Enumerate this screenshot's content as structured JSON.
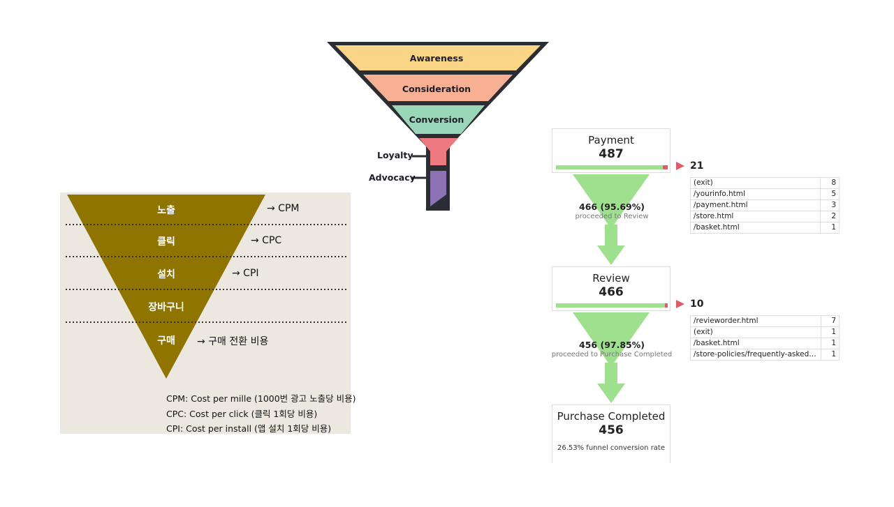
{
  "left_funnel": {
    "stages": [
      {
        "label": "노출",
        "metric": "→ CPM"
      },
      {
        "label": "클릭",
        "metric": "→ CPC"
      },
      {
        "label": "설치",
        "metric": "→ CPI"
      },
      {
        "label": "장바구니",
        "metric": ""
      },
      {
        "label": "구매",
        "metric": "→ 구매 전환 비용"
      }
    ],
    "legend": [
      "CPM: Cost per mille (1000번 광고 노출당 비용)",
      "CPC: Cost per click (클릭 1회당 비용)",
      "CPI: Cost per install (앱 설치 1회당 비용)"
    ],
    "colors": {
      "triangle": "#8f7400",
      "panel": "#ece8df"
    }
  },
  "top_funnel": {
    "stages": [
      "Awareness",
      "Consideration",
      "Conversion"
    ],
    "side_labels": [
      "Loyalty",
      "Advocacy"
    ],
    "colors": {
      "awareness": "#f9d585",
      "consideration": "#f7b093",
      "conversion": "#9ad6b8",
      "loyalty": "#ec7a80",
      "advocacy": "#8c71b4",
      "outline": "#2b2d35"
    }
  },
  "ga_funnel": {
    "steps": [
      {
        "name": "Payment",
        "count": "487",
        "exit_count": "21",
        "exits": [
          {
            "page": "(exit)",
            "value": "8"
          },
          {
            "page": "/yourinfo.html",
            "value": "5"
          },
          {
            "page": "/payment.html",
            "value": "3"
          },
          {
            "page": "/store.html",
            "value": "2"
          },
          {
            "page": "/basket.html",
            "value": "1"
          }
        ],
        "proceeded": "466 (95.69%)",
        "proceeded_label": "proceeded to Review"
      },
      {
        "name": "Review",
        "count": "466",
        "exit_count": "10",
        "exits": [
          {
            "page": "/revieworder.html",
            "value": "7"
          },
          {
            "page": "(exit)",
            "value": "1"
          },
          {
            "page": "/basket.html",
            "value": "1"
          },
          {
            "page": "/store-policies/frequently-asked-que...",
            "value": "1"
          }
        ],
        "proceeded": "456 (97.85%)",
        "proceeded_label": "proceeded to Purchase Completed"
      },
      {
        "name": "Purchase Completed",
        "count": "456",
        "conversion_rate": "26.53% funnel conversion rate"
      }
    ],
    "colors": {
      "flow": "#9ee08e",
      "drop": "#e15a69"
    }
  }
}
